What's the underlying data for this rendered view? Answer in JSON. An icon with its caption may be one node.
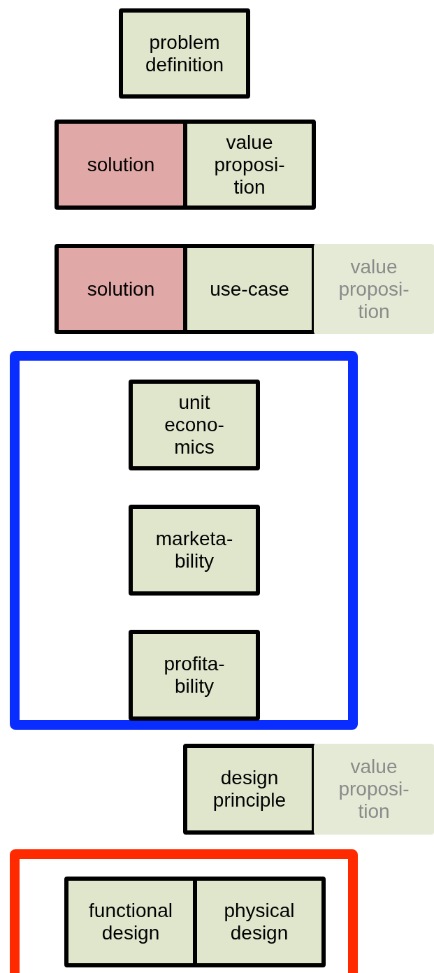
{
  "diagram": {
    "nodes": [
      {
        "text": [
          "problem definition"
        ]
      },
      {
        "text": [
          "solution"
        ]
      },
      {
        "text": [
          "value proposi- tion"
        ]
      },
      {
        "text": [
          "solution"
        ]
      },
      {
        "text": [
          "use-case"
        ]
      },
      {
        "text": [
          "value proposi- tion"
        ]
      },
      {
        "text": [],
        "shape": "box"
      },
      {
        "text": [
          "unit econo- mics"
        ],
        "in": 6
      },
      {
        "text": [
          "marketa- bility"
        ],
        "in": 6
      },
      {
        "text": [
          "profita- bility"
        ],
        "in": 6
      },
      {
        "text": [
          "design principle"
        ]
      },
      {
        "text": [
          "value proposi- tion"
        ]
      },
      {
        "text": [],
        "shape": "box"
      },
      {
        "text": [
          "functional design"
        ],
        "in": 12
      },
      {
        "text": [
          "physical design"
        ],
        "in": 12
      }
    ]
  }
}
